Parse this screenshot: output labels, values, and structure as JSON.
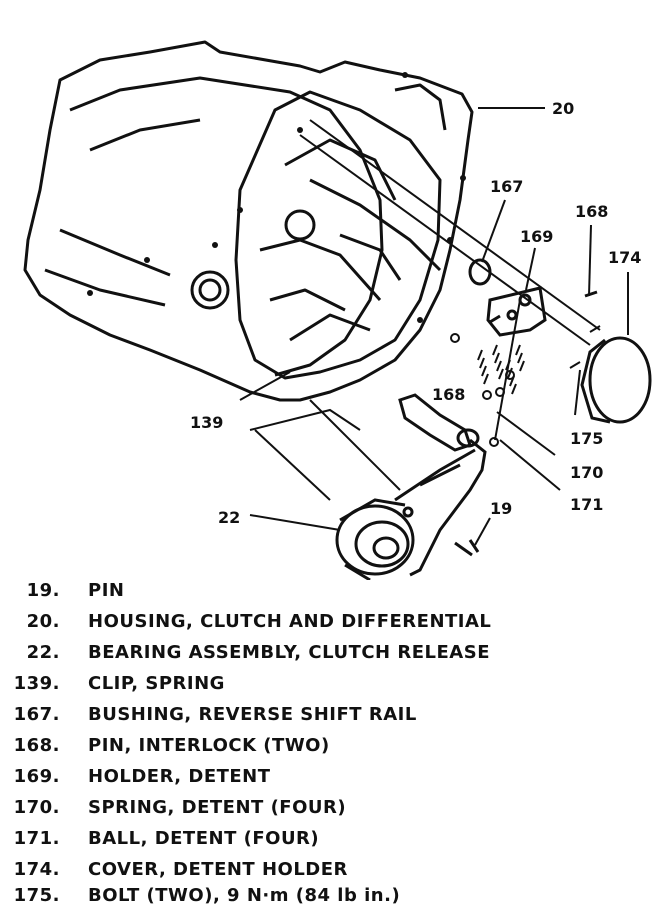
{
  "callouts": {
    "c20": "20",
    "c167": "167",
    "c168_top": "168",
    "c169": "169",
    "c174": "174",
    "c168_mid": "168",
    "c139": "139",
    "c175": "175",
    "c170": "170",
    "c171": "171",
    "c22": "22",
    "c19": "19"
  },
  "legend": [
    {
      "num": "19.",
      "desc": "PIN"
    },
    {
      "num": "20.",
      "desc": "HOUSING, CLUTCH AND DIFFERENTIAL"
    },
    {
      "num": "22.",
      "desc": "BEARING ASSEMBLY, CLUTCH RELEASE"
    },
    {
      "num": "139.",
      "desc": "CLIP, SPRING"
    },
    {
      "num": "167.",
      "desc": "BUSHING, REVERSE SHIFT RAIL"
    },
    {
      "num": "168.",
      "desc": "PIN, INTERLOCK (TWO)"
    },
    {
      "num": "169.",
      "desc": "HOLDER, DETENT"
    },
    {
      "num": "170.",
      "desc": "SPRING, DETENT (FOUR)"
    },
    {
      "num": "171.",
      "desc": "BALL, DETENT (FOUR)"
    },
    {
      "num": "174.",
      "desc": "COVER, DETENT HOLDER"
    },
    {
      "num": "175.",
      "desc": "BOLT (TWO), 9 N·m (84 lb in.)"
    }
  ]
}
